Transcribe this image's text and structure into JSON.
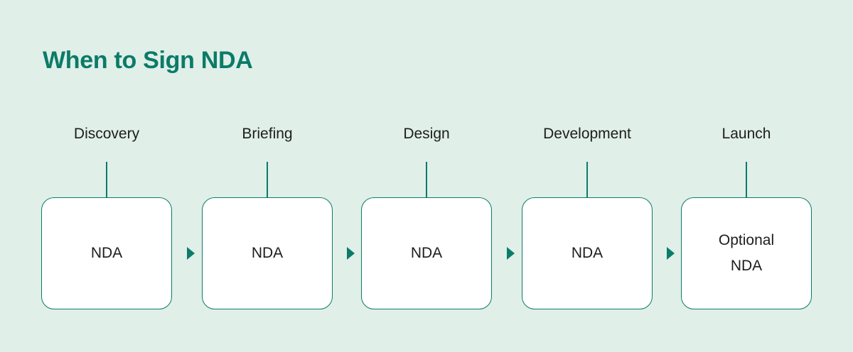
{
  "page": {
    "title": "When to Sign NDA",
    "background_color": "#e0efe8",
    "accent_color": "#0b7b68",
    "text_color": "#1d1d1f",
    "box_fill_color": "#ffffff"
  },
  "flow": {
    "arrow_icon": "triangle-right-icon",
    "connector_icon": "vertical-line-icon",
    "steps": [
      {
        "label": "Discovery",
        "box_text": "NDA"
      },
      {
        "label": "Briefing",
        "box_text": "NDA"
      },
      {
        "label": "Design",
        "box_text": "NDA"
      },
      {
        "label": "Development",
        "box_text": "NDA"
      },
      {
        "label": "Launch",
        "box_text": "Optional\nNDA"
      }
    ]
  }
}
